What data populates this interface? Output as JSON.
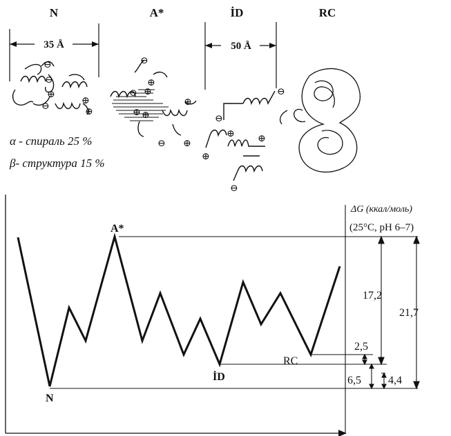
{
  "states": {
    "N": "N",
    "A": "A*",
    "ID": "İD",
    "RC": "RC"
  },
  "dimensions": {
    "native_width": "35 Å",
    "id_width": "50 Å"
  },
  "structure_notes": {
    "alpha": "α - спираль 25 %",
    "beta": "β- структура 15 %"
  },
  "energy_axis": {
    "title": "ΔG (ккал/моль)",
    "conditions": "(25°C, pH 6–7)"
  },
  "energy_labels": {
    "A_peak": "A*",
    "N_min": "N",
    "ID_min": "İD",
    "RC_min": "RC"
  },
  "energy_values": {
    "barrier_ID_to_A": "17,2",
    "barrier_N_to_A": "21,7",
    "RC_minus_ID": "2,5",
    "ID_minus_N": "6,5",
    "RC_minus_N": "4,4"
  },
  "charges": {
    "minus": "⊖",
    "plus": "⊕"
  }
}
